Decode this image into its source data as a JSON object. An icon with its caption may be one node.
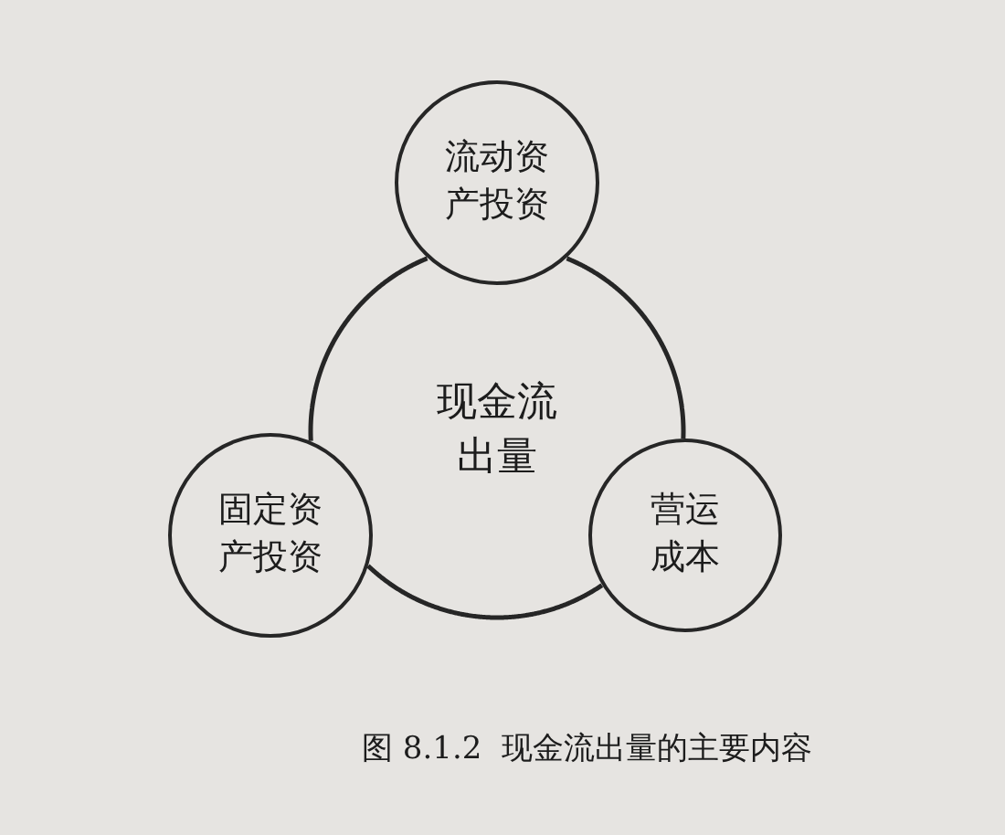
{
  "diagram": {
    "caption": "图 8.1.2  现金流出量的主要内容",
    "nodes": [
      {
        "text": [
          "流动资产投资"
        ]
      },
      {
        "text": [
          "现金流出量"
        ]
      },
      {
        "text": [
          "固定资产投资"
        ]
      },
      {
        "text": [
          "营运成本"
        ]
      }
    ]
  }
}
